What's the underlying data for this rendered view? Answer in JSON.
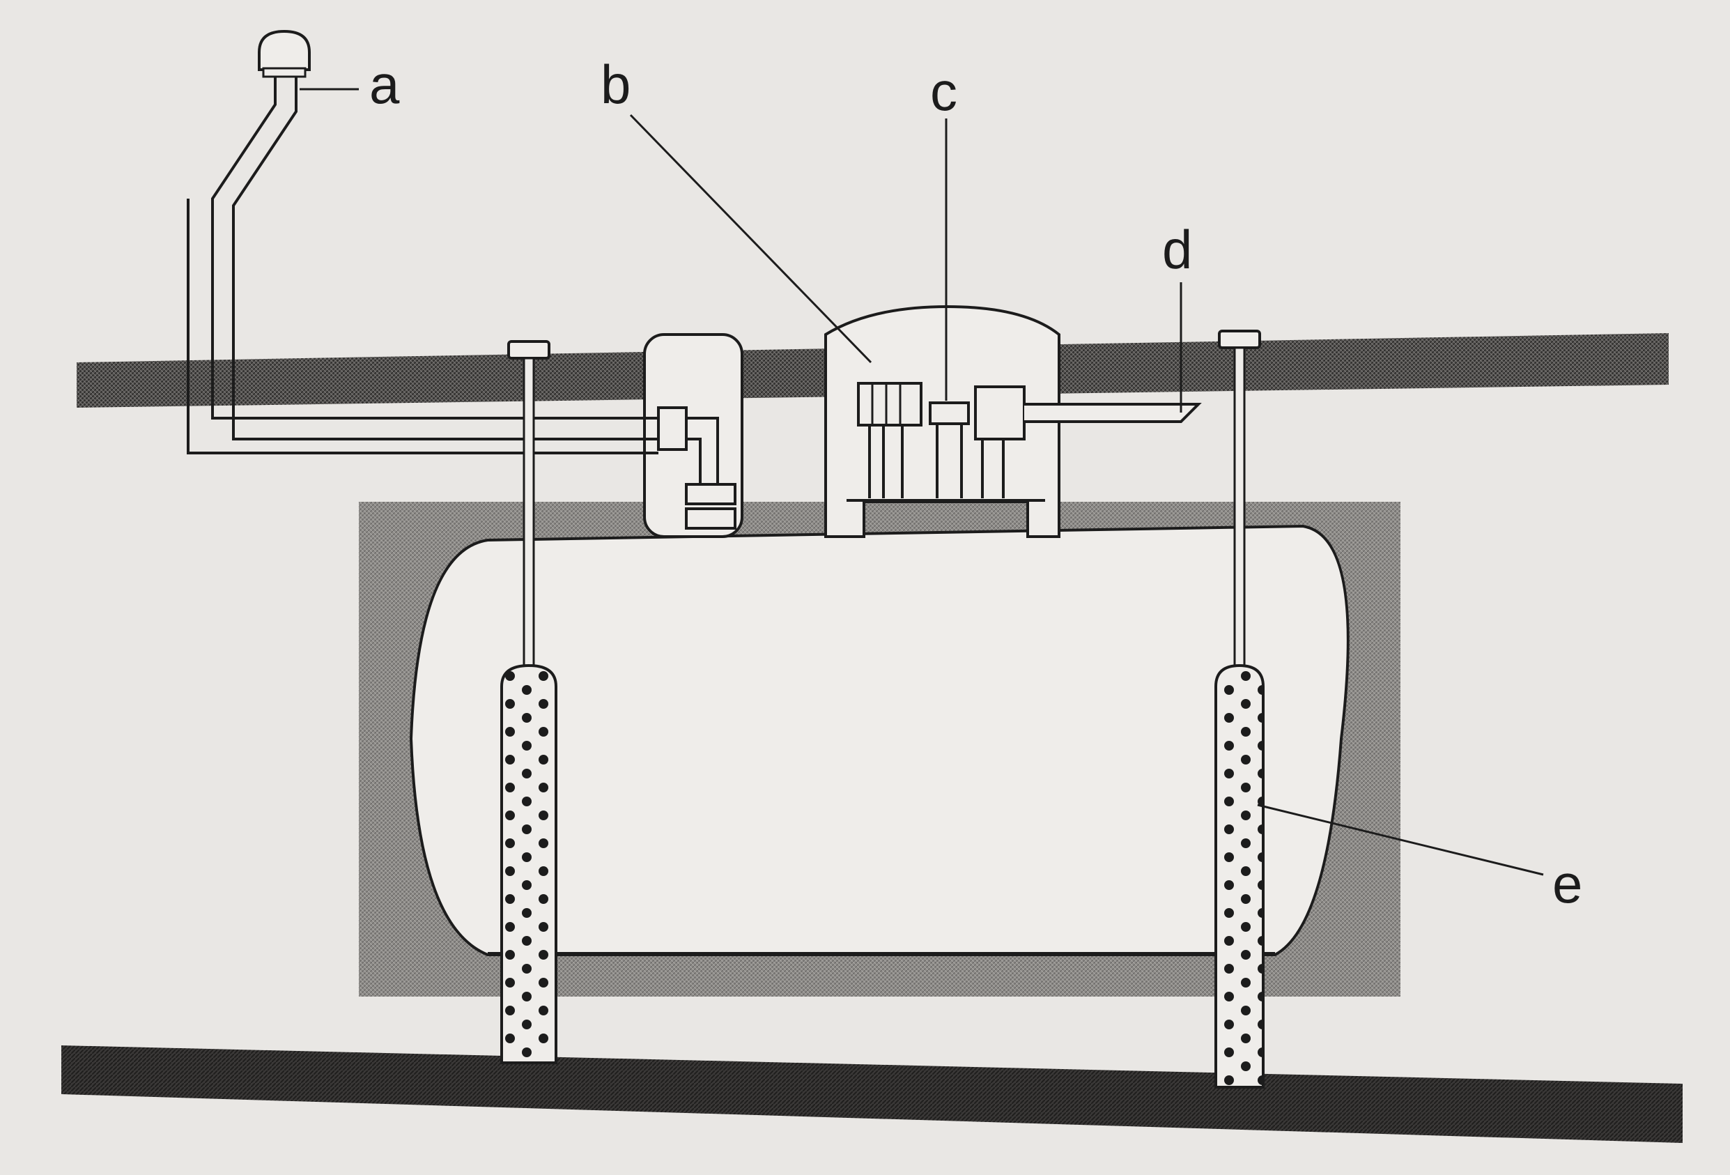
{
  "labels": {
    "a": "a",
    "b": "b",
    "c": "c",
    "d": "d",
    "e": "e"
  },
  "colors": {
    "paper": "#e9e7e4",
    "ink": "#1c1c1c",
    "tank_fill": "#efedea",
    "ground_band": "#4a4846",
    "bedrock_band": "#2f2d2c"
  }
}
